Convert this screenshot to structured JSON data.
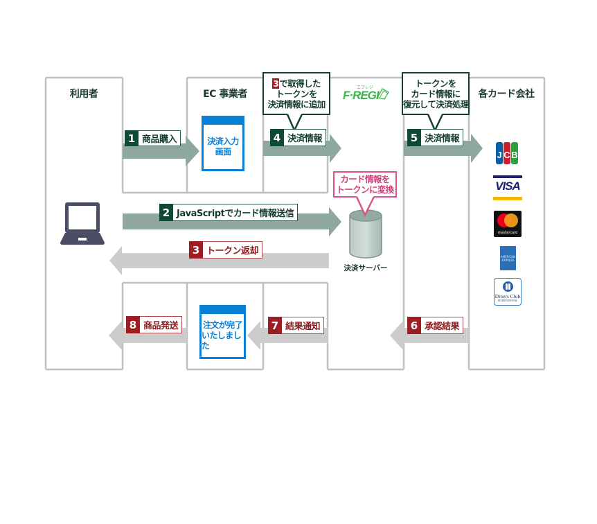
{
  "columns": {
    "user": "利用者",
    "merchant": "EC 事業者",
    "card_companies": "各カード会社"
  },
  "logo": {
    "brand": "F·REGI",
    "furigana": "エフレジ"
  },
  "steps": [
    {
      "num": "1",
      "label": "商品購入"
    },
    {
      "num": "2",
      "label": "JavaScriptでカード情報送信"
    },
    {
      "num": "3",
      "label": "トークン返却"
    },
    {
      "num": "4",
      "label": "決済情報"
    },
    {
      "num": "5",
      "label": "決済情報"
    },
    {
      "num": "6",
      "label": "承認結果"
    },
    {
      "num": "7",
      "label": "結果通知"
    },
    {
      "num": "8",
      "label": "商品発送"
    }
  ],
  "callouts": {
    "token_add": {
      "ref_num": "3",
      "lines": [
        "で取得した",
        "トークンを",
        "決済情報に追加"
      ]
    },
    "restore": {
      "lines": [
        "トークンを",
        "カード情報に",
        "復元して決済処理"
      ]
    },
    "convert": {
      "lines": [
        "カード情報を",
        "トークンに変換"
      ]
    }
  },
  "screens": {
    "payment_input": [
      "決済入力",
      "画面"
    ],
    "order_complete": [
      "注文が完了",
      "いたしました"
    ]
  },
  "server": {
    "label": "決済サーバー"
  },
  "card_brands": {
    "jcb": [
      "J",
      "C",
      "B"
    ],
    "visa": "VISA",
    "mastercard": "mastercard",
    "amex": [
      "AMERICAN",
      "EXPRESS"
    ],
    "diners": [
      "Diners Club",
      "INTERNATIONAL"
    ]
  },
  "colors": {
    "forward_arrow": "#8fa89f",
    "return_arrow": "#cccccc",
    "green_badge": "#0f4a35",
    "red_badge": "#9e1d23",
    "screen_blue": "#0a7fd6",
    "callout_pink": "#e1508b",
    "box_line": "#c0c0c0"
  }
}
